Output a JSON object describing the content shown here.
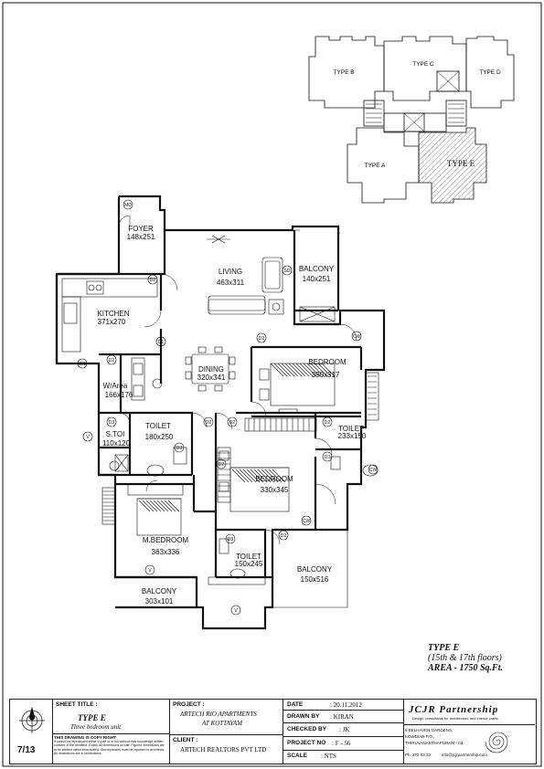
{
  "key_plan": {
    "types": [
      "TYPE B",
      "TYPE C",
      "TYPE D",
      "TYPE A",
      "TYPE E"
    ]
  },
  "rooms": [
    {
      "id": "foyer",
      "name": "FOYER",
      "size": "148x251"
    },
    {
      "id": "living",
      "name": "LIVING",
      "size": "463x311"
    },
    {
      "id": "balcony1",
      "name": "BALCONY",
      "size": "140x251"
    },
    {
      "id": "kitchen",
      "name": "KITCHEN",
      "size": "371x270"
    },
    {
      "id": "dining",
      "name": "DINING",
      "size": "320x341"
    },
    {
      "id": "bedroom1",
      "name": "BEDROOM",
      "size": "390x317"
    },
    {
      "id": "warea",
      "name": "W/Area",
      "size": "166x176"
    },
    {
      "id": "stoi",
      "name": "S.TOI",
      "size": "110x120"
    },
    {
      "id": "toilet1",
      "name": "TOILET",
      "size": "180x250"
    },
    {
      "id": "toilet2",
      "name": "TOILET",
      "size": "233x150"
    },
    {
      "id": "bedroom2",
      "name": "BEDROOM",
      "size": "330x345"
    },
    {
      "id": "mbedroom",
      "name": "M.BEDROOM",
      "size": "363x336"
    },
    {
      "id": "toilet3",
      "name": "TOILET",
      "size": "150x245"
    },
    {
      "id": "balcony2",
      "name": "BALCONY",
      "size": "150x516"
    },
    {
      "id": "balcony3",
      "name": "BALCONY",
      "size": "303x101"
    }
  ],
  "door_tags": [
    "MD",
    "D2",
    "D1",
    "D2",
    "D3",
    "D2",
    "D2",
    "D2",
    "D3",
    "D2",
    "D3",
    "D2",
    "D3",
    "D2",
    "CW",
    "CW",
    "CW",
    "SD",
    "W1",
    "V",
    "V",
    "V"
  ],
  "type_info": {
    "line1": "TYPE E",
    "line2": "(15th & 17th floors)",
    "line3": "AREA - 1750 Sq.Ft."
  },
  "title_block": {
    "sheet_no": "7/13",
    "sheet_title_label": "SHEET TITLE :",
    "sheet_title_1": "TYPE E",
    "sheet_title_2": "Three bedroom unit",
    "copyright": "THIS DRAWING IS COPY RIGHT",
    "notes": "It cannot be reproduced either in part or in full without their knowledge written consent of the architect. Check all dimensions on site. Figured dimensions are to be worked rather than scaled. Discrepancies must be reported to architects. All dimensions are in centimeters.",
    "project_label": "PROJECT :",
    "project_1": "ARTECH RIO APARTMENTS",
    "project_2": "AT KOTTAYAM",
    "client_label": "CLIENT :",
    "client": "ARTECH REALTORS PVT LTD",
    "date_label": "DATE",
    "date": ": 20.11.2012",
    "drawn_label": "DRAWN BY",
    "drawn": ": KIRAN",
    "checked_label": "CHECKED BY",
    "checked": ": JK",
    "projno_label": "PROJECT NO",
    "projno": ": F - 56",
    "scale_label": "SCALE",
    "scale": ": NTS",
    "firm": "JCJR Partnership",
    "firm_tag": "Design consultants for architecture and interior crafts",
    "addr1": "9 BELHAVEN GARDENS,",
    "addr2": "KOWDIAR P.O.,",
    "addr3": "THIRUVANANTHAPURAM - 03.",
    "phone": "Ph. 272 03 23",
    "email": "info@jcjrpartnership.com"
  }
}
